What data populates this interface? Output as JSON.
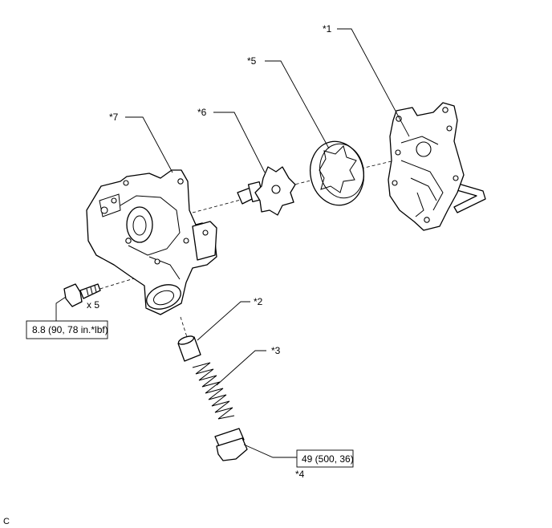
{
  "callouts": {
    "c1": "*1",
    "c2": "*2",
    "c3": "*3",
    "c4": "*4",
    "c5": "*5",
    "c6": "*6",
    "c7": "*7"
  },
  "torque": {
    "bolt": "8.8 (90, 78 in.*lbf)",
    "plug": "49 (500, 36)"
  },
  "bolt_qty": "x 5",
  "figure_code": "C"
}
